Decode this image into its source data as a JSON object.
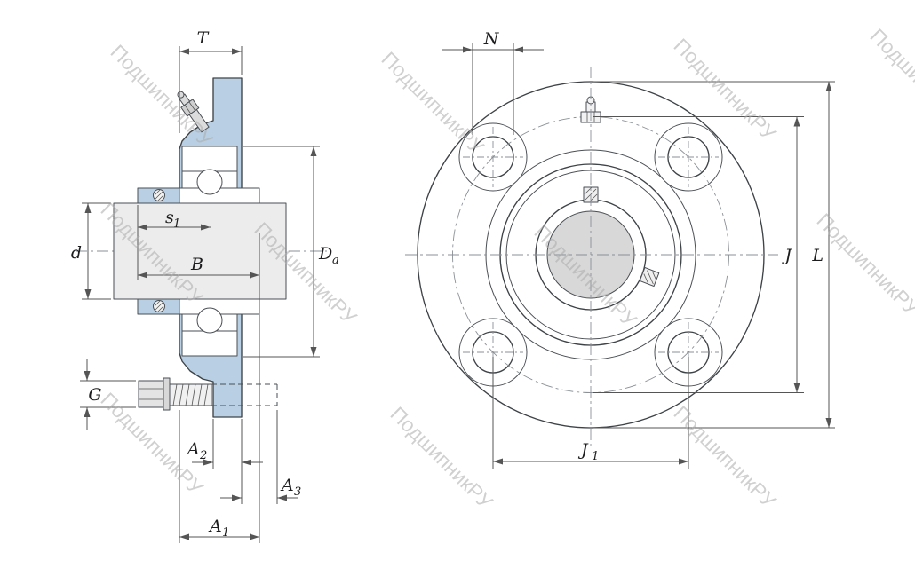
{
  "watermark": "ПодшипникРУ",
  "colors": {
    "housing": "#b9cfe3",
    "shaft": "#ececec",
    "bore": "#d8d8d8"
  },
  "views": {
    "section": {
      "dims": {
        "T": "T",
        "d": "d",
        "s1_base": "s",
        "s1_sub": "1",
        "B": "B",
        "Da_base": "D",
        "Da_sub": "a",
        "G": "G",
        "A2_base": "A",
        "A2_sub": "2",
        "A3_base": "A",
        "A3_sub": "3",
        "A1_base": "A",
        "A1_sub": "1"
      }
    },
    "front": {
      "dims": {
        "N": "N",
        "J": "J",
        "L": "L",
        "J1_base": "J",
        "J1_sub": "1"
      }
    }
  }
}
